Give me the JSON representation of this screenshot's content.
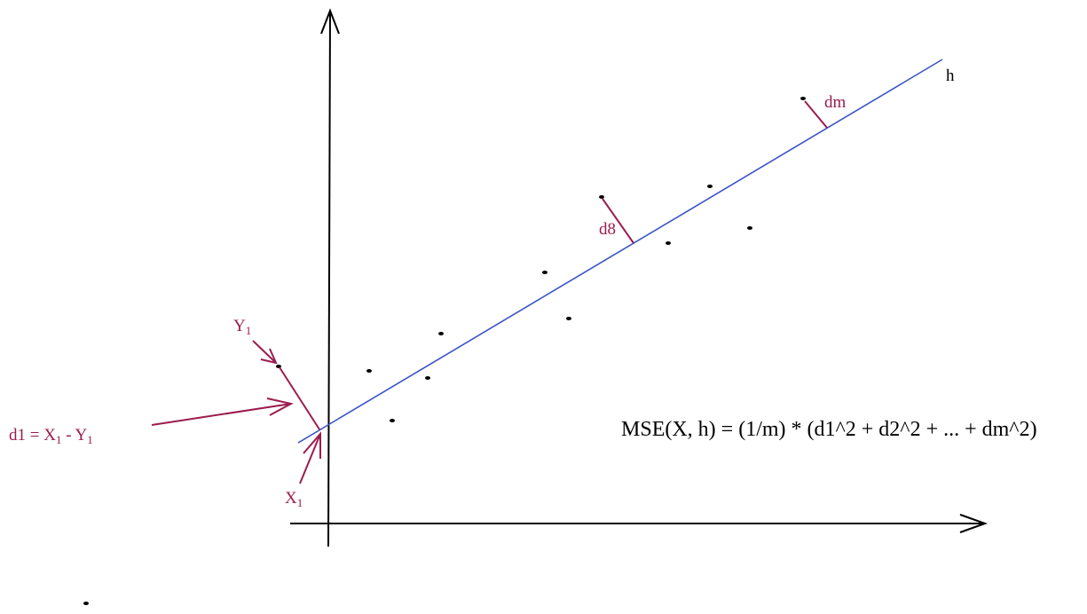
{
  "colors": {
    "axis": "#000000",
    "regression_line": "#3a55c8",
    "annotation": "#9b1b4e",
    "point": "#000000",
    "formula": "#000000"
  },
  "labels": {
    "line_name": "h",
    "dm": "dm",
    "d8": "d8",
    "y1": {
      "base": "Y",
      "sub": "1"
    },
    "x1": {
      "base": "X",
      "sub": "1"
    },
    "d1_definition": {
      "prefix": "d1 = X",
      "sub1": "1",
      "mid": " - Y",
      "sub2": "1"
    },
    "formula": "MSE(X, h) = (1/m) * (d1^2 + d2^2 + ... + dm^2)"
  }
}
